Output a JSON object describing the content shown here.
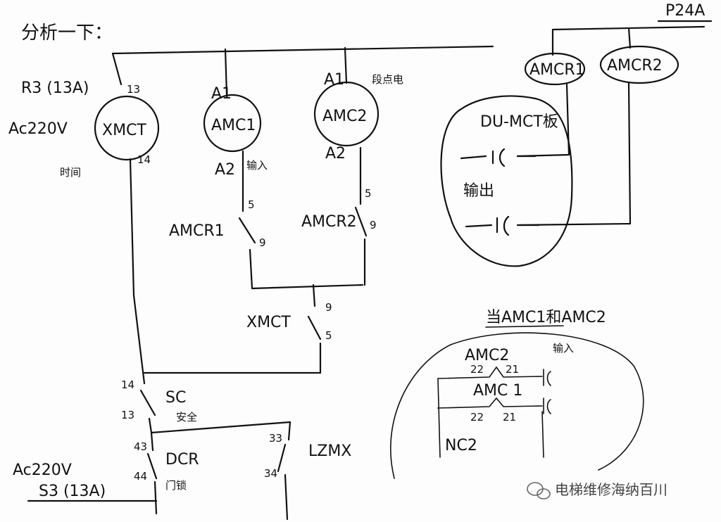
{
  "title": "分析一下：",
  "top_right": "P24A",
  "left_supply": {
    "fuse": "R3 (13A)",
    "voltage": "Ac220V",
    "timer_note": "时间"
  },
  "coils": {
    "xmct": {
      "label": "XMCT",
      "pin_top": "13",
      "pin_bottom": "14"
    },
    "amc1": {
      "label": "AMC1",
      "pin_top": "A1",
      "pin_bottom": "A2",
      "note": "输入"
    },
    "amc2": {
      "label": "AMC2",
      "pin_top": "A1",
      "pin_bottom": "A2",
      "note": "段点电"
    }
  },
  "relays": {
    "amcr1_coil": "AMCR1",
    "amcr2_coil": "AMCR2",
    "amcr1_contact": {
      "label": "AMCR1",
      "pin_a": "5",
      "pin_b": "9"
    },
    "amcr2_contact": {
      "label": "AMCR2",
      "pin_a": "5",
      "pin_b": "9"
    },
    "xmct_contact": {
      "label": "XMCT",
      "pin_a": "9",
      "pin_b": "5"
    }
  },
  "plc_box": {
    "title": "DU-MCT板",
    "output_label": "输出"
  },
  "sc_contact": {
    "label": "SC",
    "note": "安全",
    "pin_a": "14",
    "pin_b": "13"
  },
  "dcr": {
    "label": "DCR",
    "note": "门锁",
    "pin_a": "43",
    "pin_b": "44"
  },
  "lz": {
    "label": "LZMX",
    "pin_a": "33",
    "pin_b": "34"
  },
  "bottom_supply": {
    "voltage": "Ac220V",
    "fuse": "S3 (13A)"
  },
  "sub_diagram": {
    "title": "当AMC1和AMC2",
    "input_label": "输入",
    "amc2_label": "AMC2",
    "amc1_label": "AMC 1",
    "pin_22a": "22",
    "pin_21a": "21",
    "pin_22b": "22",
    "pin_21b": "21",
    "nc_label": "NC2"
  },
  "watermark": "电梯维修海纳百川"
}
